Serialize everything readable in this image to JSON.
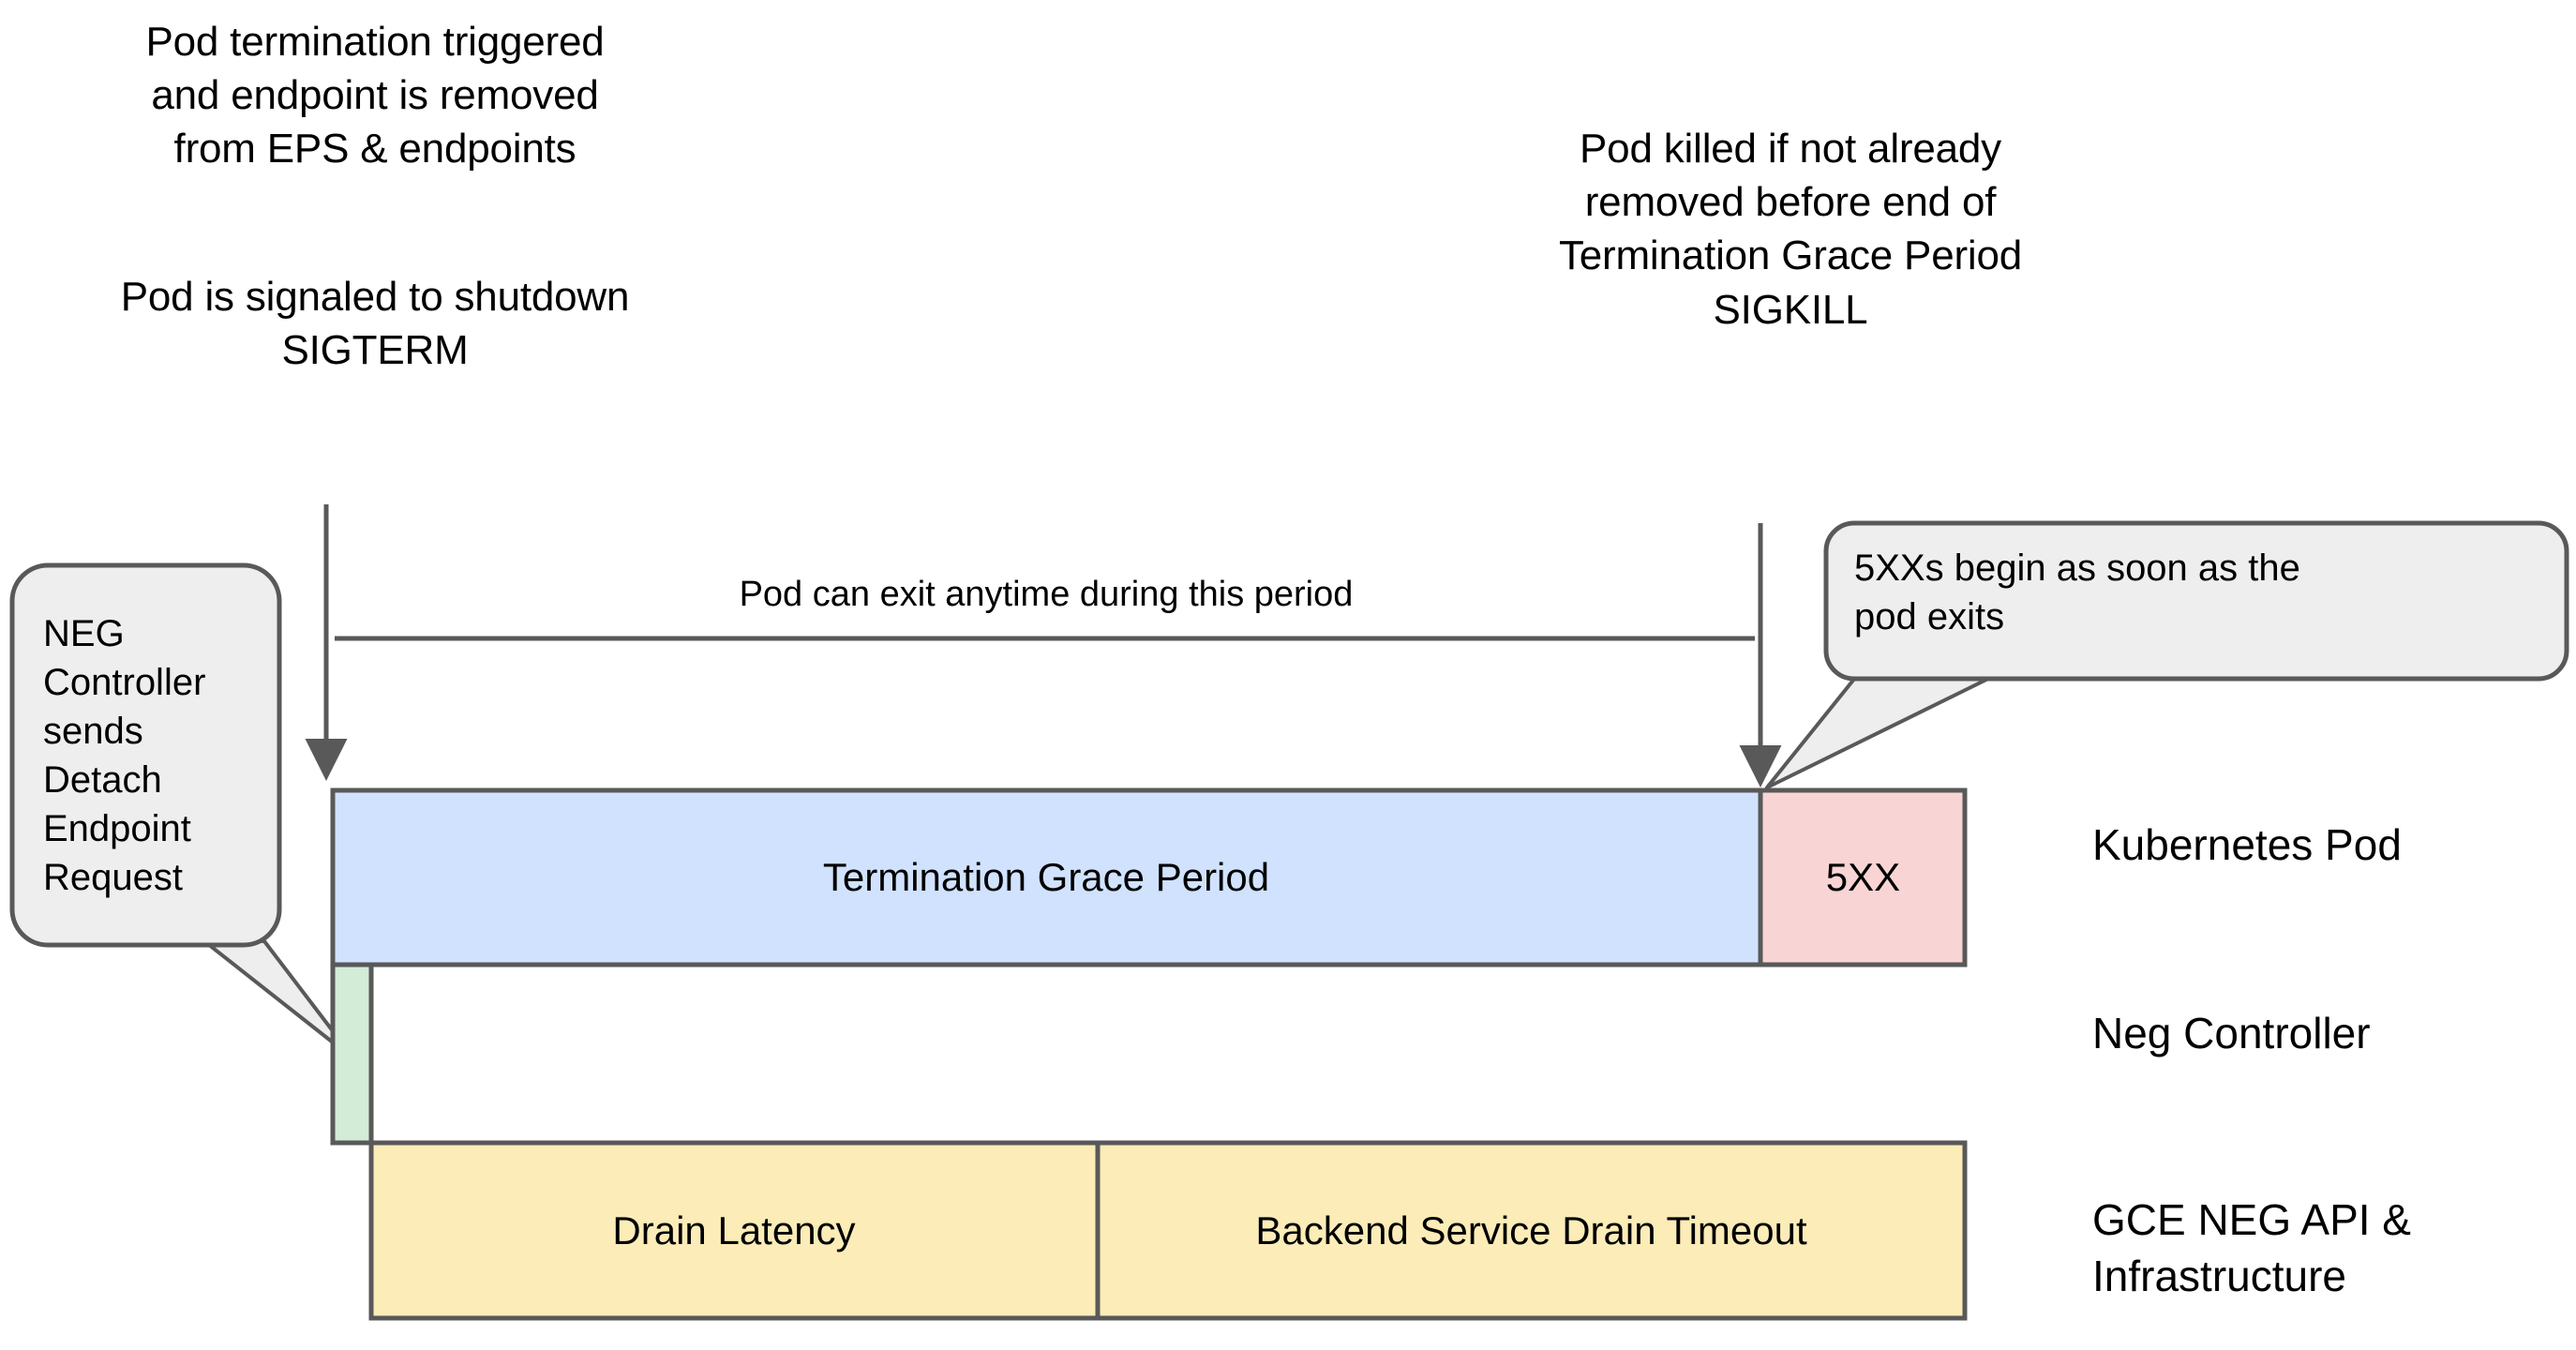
{
  "diagram": {
    "title_annotations": {
      "pod_termination_triggered": "Pod termination triggered\nand endpoint is removed\nfrom EPS & endpoints",
      "pod_sigterm": "Pod is signaled to shutdown\nSIGTERM",
      "pod_sigkill": "Pod killed if not already\nremoved before end of\nTermination Grace Period\nSIGKILL"
    },
    "span_caption": "Pod can exit anytime during this period",
    "callouts": [
      {
        "id": "neg-controller-detach",
        "text": "NEG\nController\nsends\nDetach\nEndpoint\nRequest",
        "fill": "#eeeeee",
        "stroke": "#595959"
      },
      {
        "id": "5xx-begin",
        "text": "5XXs begin as soon as the\npod exits",
        "fill": "#eeeeee",
        "stroke": "#595959"
      }
    ],
    "lanes": [
      {
        "id": "kubernetes-pod",
        "label": "Kubernetes Pod"
      },
      {
        "id": "neg-controller",
        "label": "Neg Controller"
      },
      {
        "id": "gce-neg-api",
        "label": "GCE NEG API &\nInfrastructure"
      }
    ],
    "bars": [
      {
        "id": "termination-grace-period",
        "label": "Termination Grace Period",
        "lane": "kubernetes-pod",
        "fill": "#d0e2fd",
        "stroke": "#595959"
      },
      {
        "id": "5xx",
        "label": "5XX",
        "lane": "kubernetes-pod",
        "fill": "#f8d4d4",
        "stroke": "#595959"
      },
      {
        "id": "neg-detach-window",
        "label": "",
        "lane": "neg-controller",
        "fill": "#d3ecd8",
        "stroke": "#595959"
      },
      {
        "id": "drain-latency",
        "label": "Drain Latency",
        "lane": "gce-neg-api",
        "fill": "#fbecb8",
        "stroke": "#595959"
      },
      {
        "id": "backend-service-drain-timeout",
        "label": "Backend Service Drain Timeout",
        "lane": "gce-neg-api",
        "fill": "#fbecb8",
        "stroke": "#595959"
      }
    ],
    "arrows": [
      {
        "id": "termination-start-arrow",
        "direction": "down"
      },
      {
        "id": "grace-period-end-arrow",
        "direction": "down"
      }
    ],
    "colors": {
      "line": "#595959",
      "blue": "#d0e2fd",
      "pink": "#f8d4d4",
      "green": "#d3ecd8",
      "yellow": "#fbecb8",
      "bubble": "#eeeeee",
      "background": "#ffffff",
      "text": "#000000"
    }
  }
}
